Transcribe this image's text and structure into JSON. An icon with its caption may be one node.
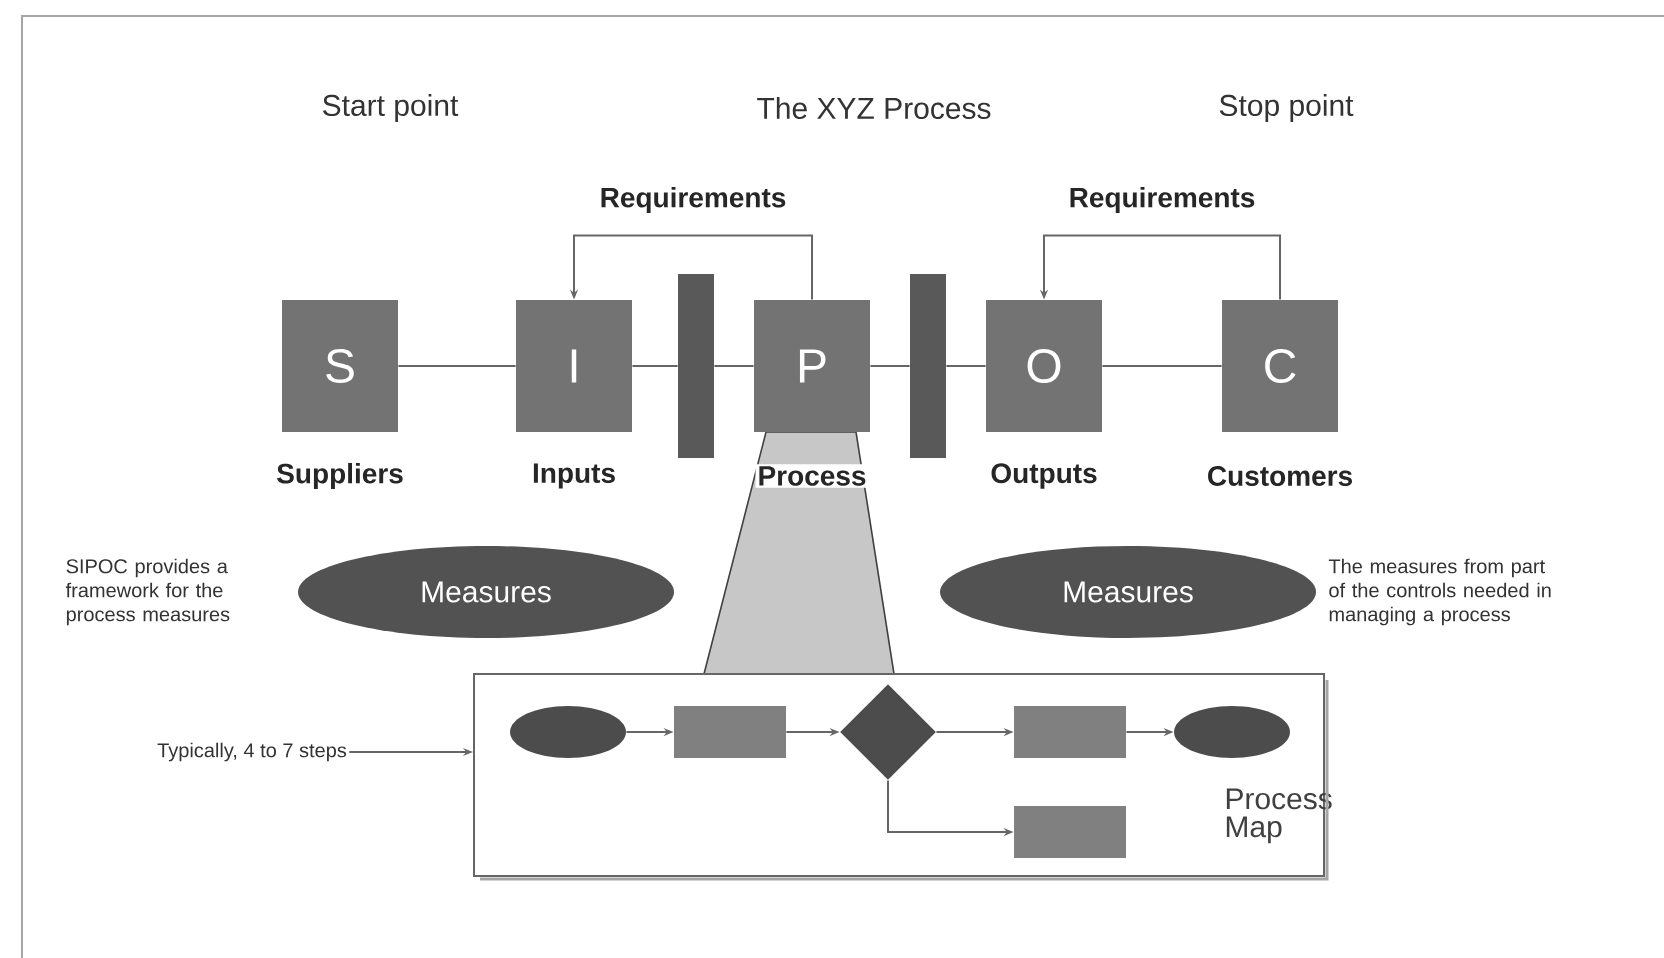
{
  "diagram": {
    "nodes": [
      {
        "text": [
          "S"
        ],
        "beside": [
          "Suppliers"
        ]
      },
      {
        "text": [
          "I"
        ],
        "beside": [
          "Inputs"
        ]
      },
      {
        "text": [
          "P"
        ],
        "beside": [
          "Process"
        ]
      },
      {
        "text": [
          "O"
        ],
        "beside": [
          "Outputs"
        ]
      },
      {
        "text": [
          "C"
        ],
        "beside": [
          "Customers"
        ]
      },
      {
        "text": [],
        "shape": "bar"
      },
      {
        "text": [],
        "shape": "bar"
      },
      {
        "text": [
          "Measures"
        ],
        "beside": [
          "SIPOC provides a framework for the process measures"
        ]
      },
      {
        "text": [
          "Measures"
        ],
        "beside": [
          "The measures from part of the controls needed in managing a process"
        ]
      },
      {
        "text": [
          "Process Map"
        ]
      },
      {
        "text": [],
        "shape": "ellipse",
        "in": 9
      },
      {
        "text": [],
        "shape": "box",
        "in": 9
      },
      {
        "text": [],
        "shape": "diamond",
        "in": 9
      },
      {
        "text": [],
        "shape": "box",
        "in": 9
      },
      {
        "text": [],
        "shape": "ellipse",
        "in": 9
      },
      {
        "text": [],
        "shape": "box",
        "in": 9
      },
      {
        "text": [
          "Typically, 4 to 7 steps"
        ]
      }
    ],
    "edges": [
      {
        "from": 0,
        "to": 1,
        "arrow": "none"
      },
      {
        "from": 1,
        "to": 5,
        "arrow": "none"
      },
      {
        "from": 5,
        "to": 2,
        "arrow": "none"
      },
      {
        "from": 2,
        "to": 6,
        "arrow": "none"
      },
      {
        "from": 6,
        "to": 3,
        "arrow": "none"
      },
      {
        "from": 3,
        "to": 4,
        "arrow": "none"
      },
      {
        "from": 2,
        "to": 1,
        "arrow": "to",
        "label": "Requirements"
      },
      {
        "from": 4,
        "to": 3,
        "arrow": "to",
        "label": "Requirements"
      },
      {
        "from": 10,
        "to": 11,
        "arrow": "to"
      },
      {
        "from": 11,
        "to": 12,
        "arrow": "to"
      },
      {
        "from": 12,
        "to": 13,
        "arrow": "to"
      },
      {
        "from": 13,
        "to": 14,
        "arrow": "to"
      },
      {
        "from": 12,
        "to": 15,
        "arrow": "to"
      },
      {
        "from": 16,
        "to": 9,
        "arrow": "to"
      }
    ],
    "labels": [
      "Start point",
      "The XYZ Process",
      "Stop point"
    ]
  }
}
